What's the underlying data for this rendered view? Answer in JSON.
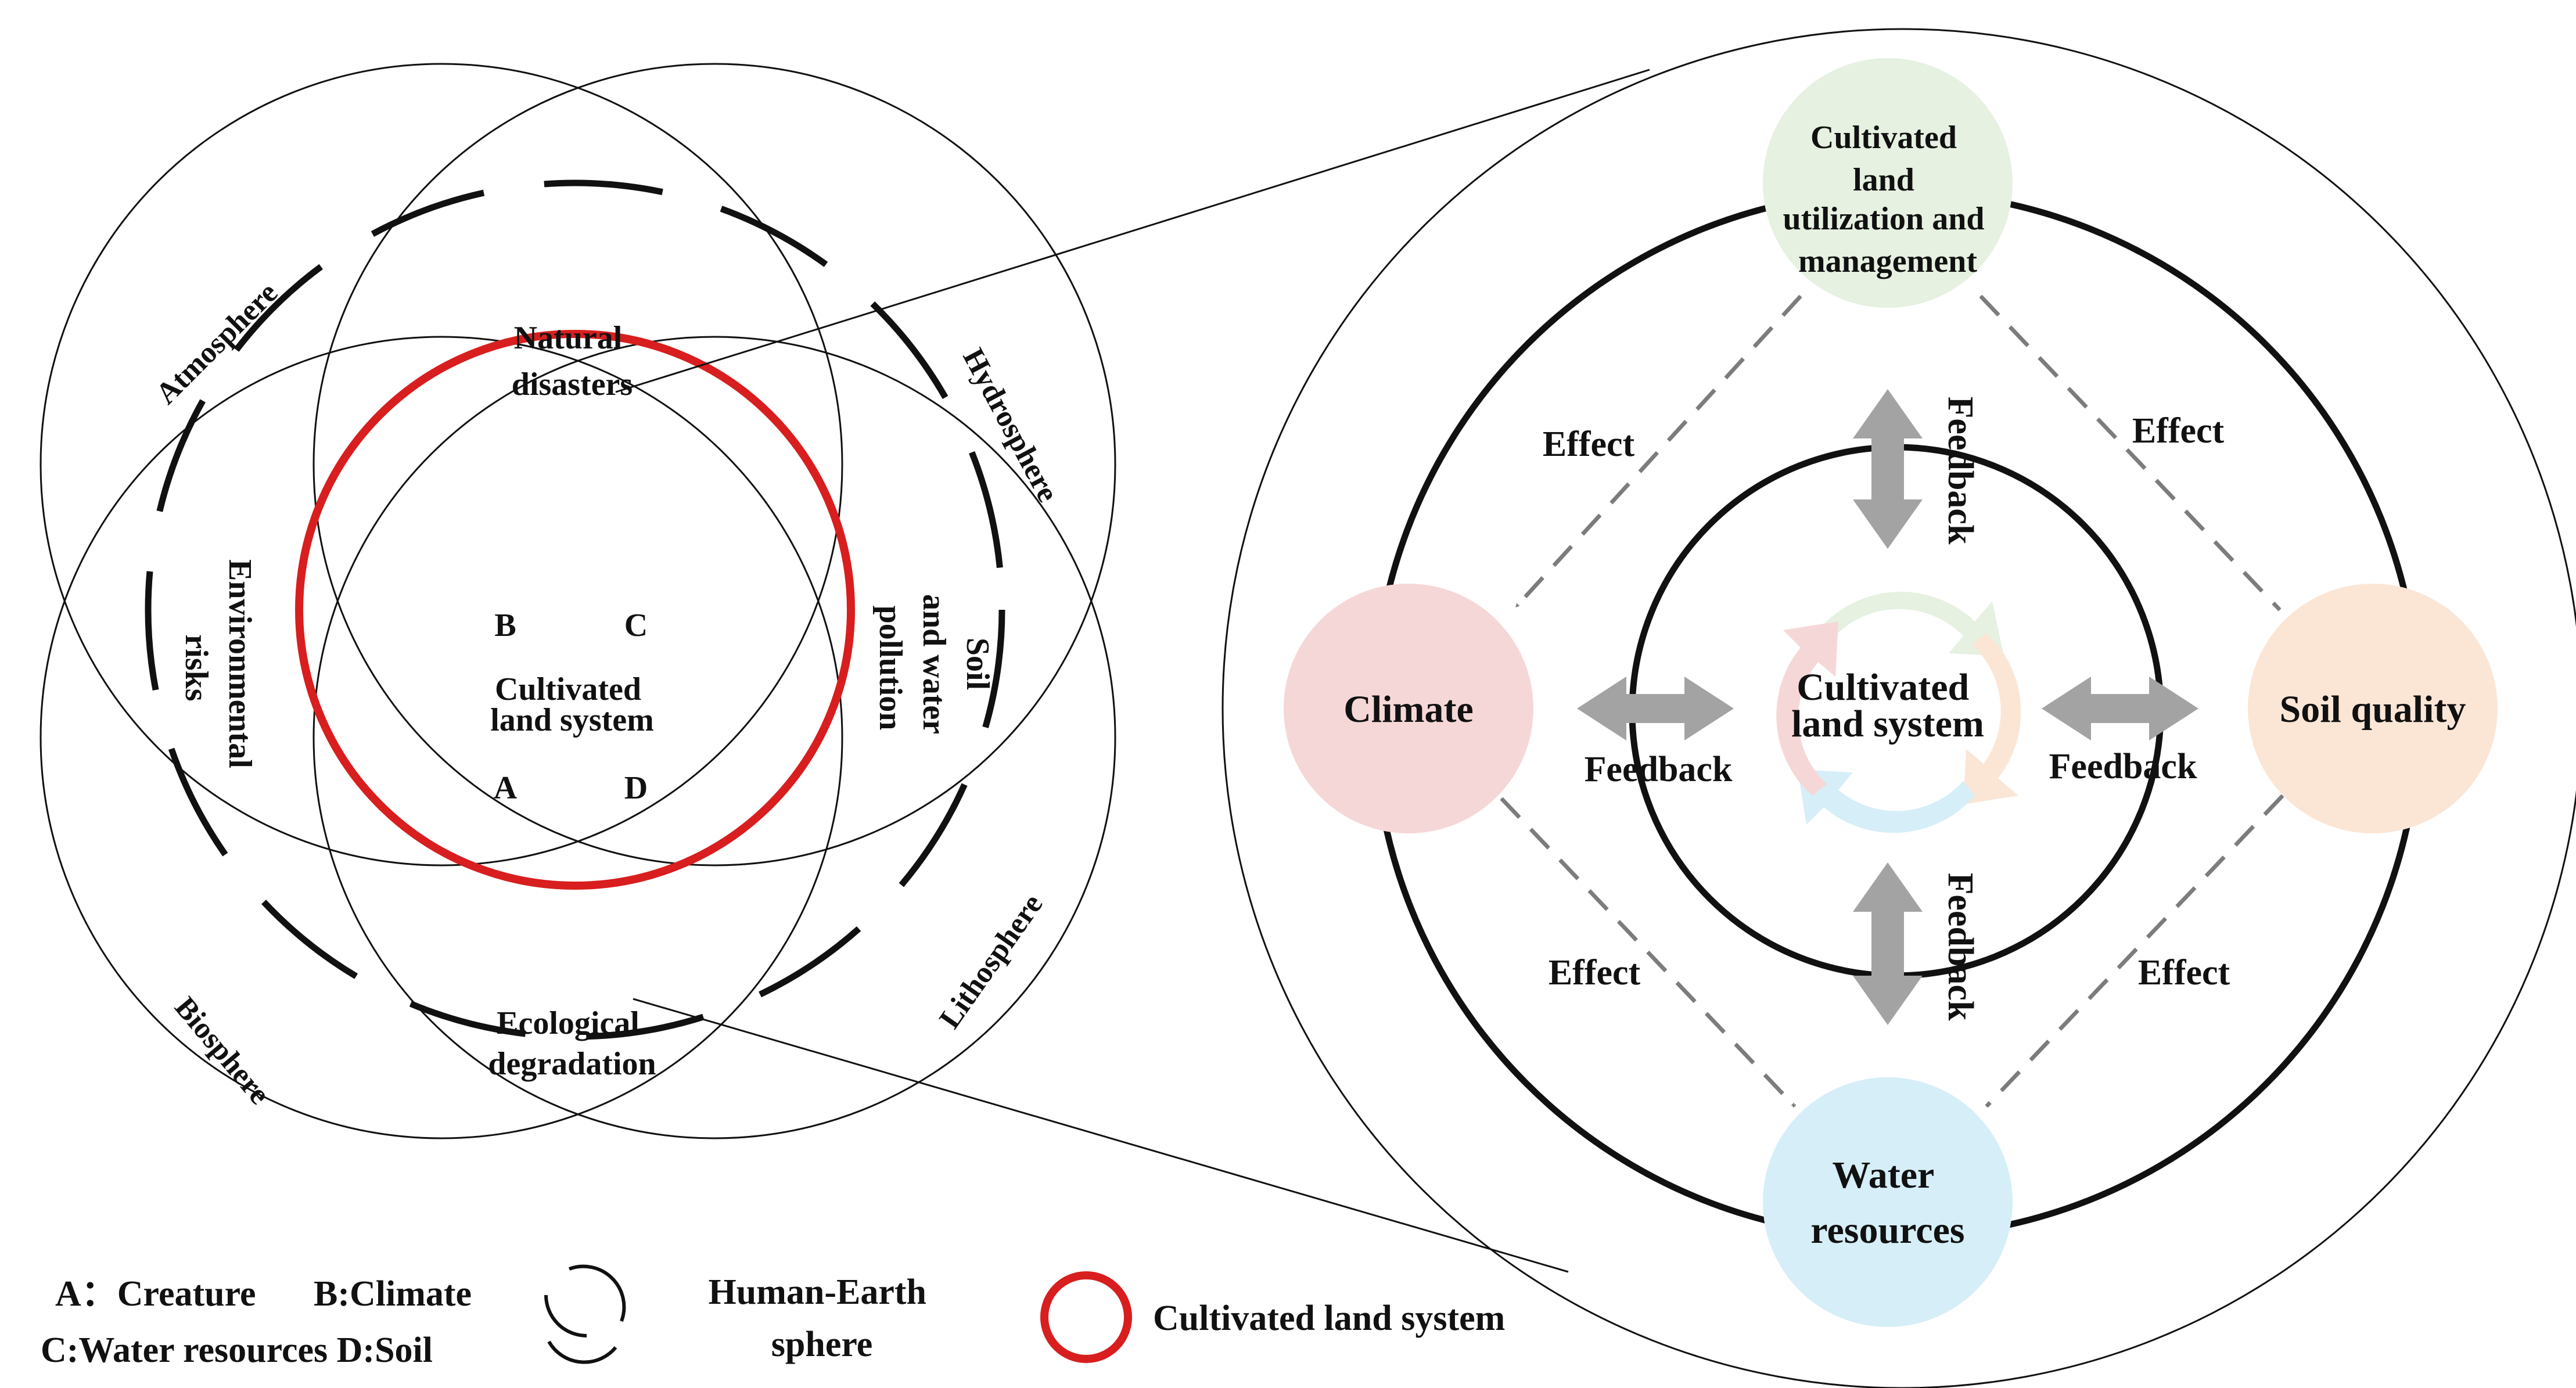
{
  "left_diagram": {
    "spheres": {
      "atmosphere": "Atmosphere",
      "hydrosphere": "Hydrosphere",
      "biosphere": "Biosphere",
      "lithosphere": "Lithosphere"
    },
    "overlaps": {
      "natural_disasters": [
        "Natural",
        "disasters"
      ],
      "environmental_risks": [
        "Environmental",
        "risks"
      ],
      "soil_water_pollution": [
        "Soil",
        "and water",
        "pollution"
      ],
      "ecological_degradation": [
        "Ecological",
        "degradation"
      ]
    },
    "center": {
      "letters": {
        "a": "A",
        "b": "B",
        "c": "C",
        "d": "D"
      },
      "title": [
        "Cultivated",
        "land system"
      ]
    },
    "colors": {
      "cultivated_ring": "#d81e1e",
      "lines": "#111111"
    }
  },
  "legend": {
    "abbreviations": [
      "A：Creature",
      "B:Climate",
      "C:Water resources D:Soil"
    ],
    "human_earth_sphere": [
      "Human-Earth",
      "sphere"
    ],
    "cultivated_land_system": "Cultivated land system"
  },
  "right_diagram": {
    "center": [
      "Cultivated",
      "land system"
    ],
    "nodes": {
      "top": {
        "lines": [
          "Cultivated",
          "land",
          "utilization and",
          "management"
        ],
        "color": "#e6f1e1"
      },
      "left": {
        "lines": [
          "Climate"
        ],
        "color": "#f6d7d7"
      },
      "right": {
        "lines": [
          "Soil quality"
        ],
        "color": "#fbe6d6"
      },
      "bottom": {
        "lines": [
          "Water",
          "resources"
        ],
        "color": "#d6eef7"
      }
    },
    "effect_labels": {
      "top_left": "Effect",
      "top_right": "Effect",
      "bottom_left": "Effect",
      "bottom_right": "Effect"
    },
    "feedback_labels": {
      "top": "Feedback",
      "bottom": "Feedback",
      "left": "Feedback",
      "right": "Feedback"
    },
    "colors": {
      "feedback_arrow": "#a3a3a3",
      "effect_arrow": "#7c7c7c",
      "cycle": [
        "#e6f1e1",
        "#fbe6d6",
        "#d6eef7",
        "#f6d7d7"
      ]
    }
  }
}
